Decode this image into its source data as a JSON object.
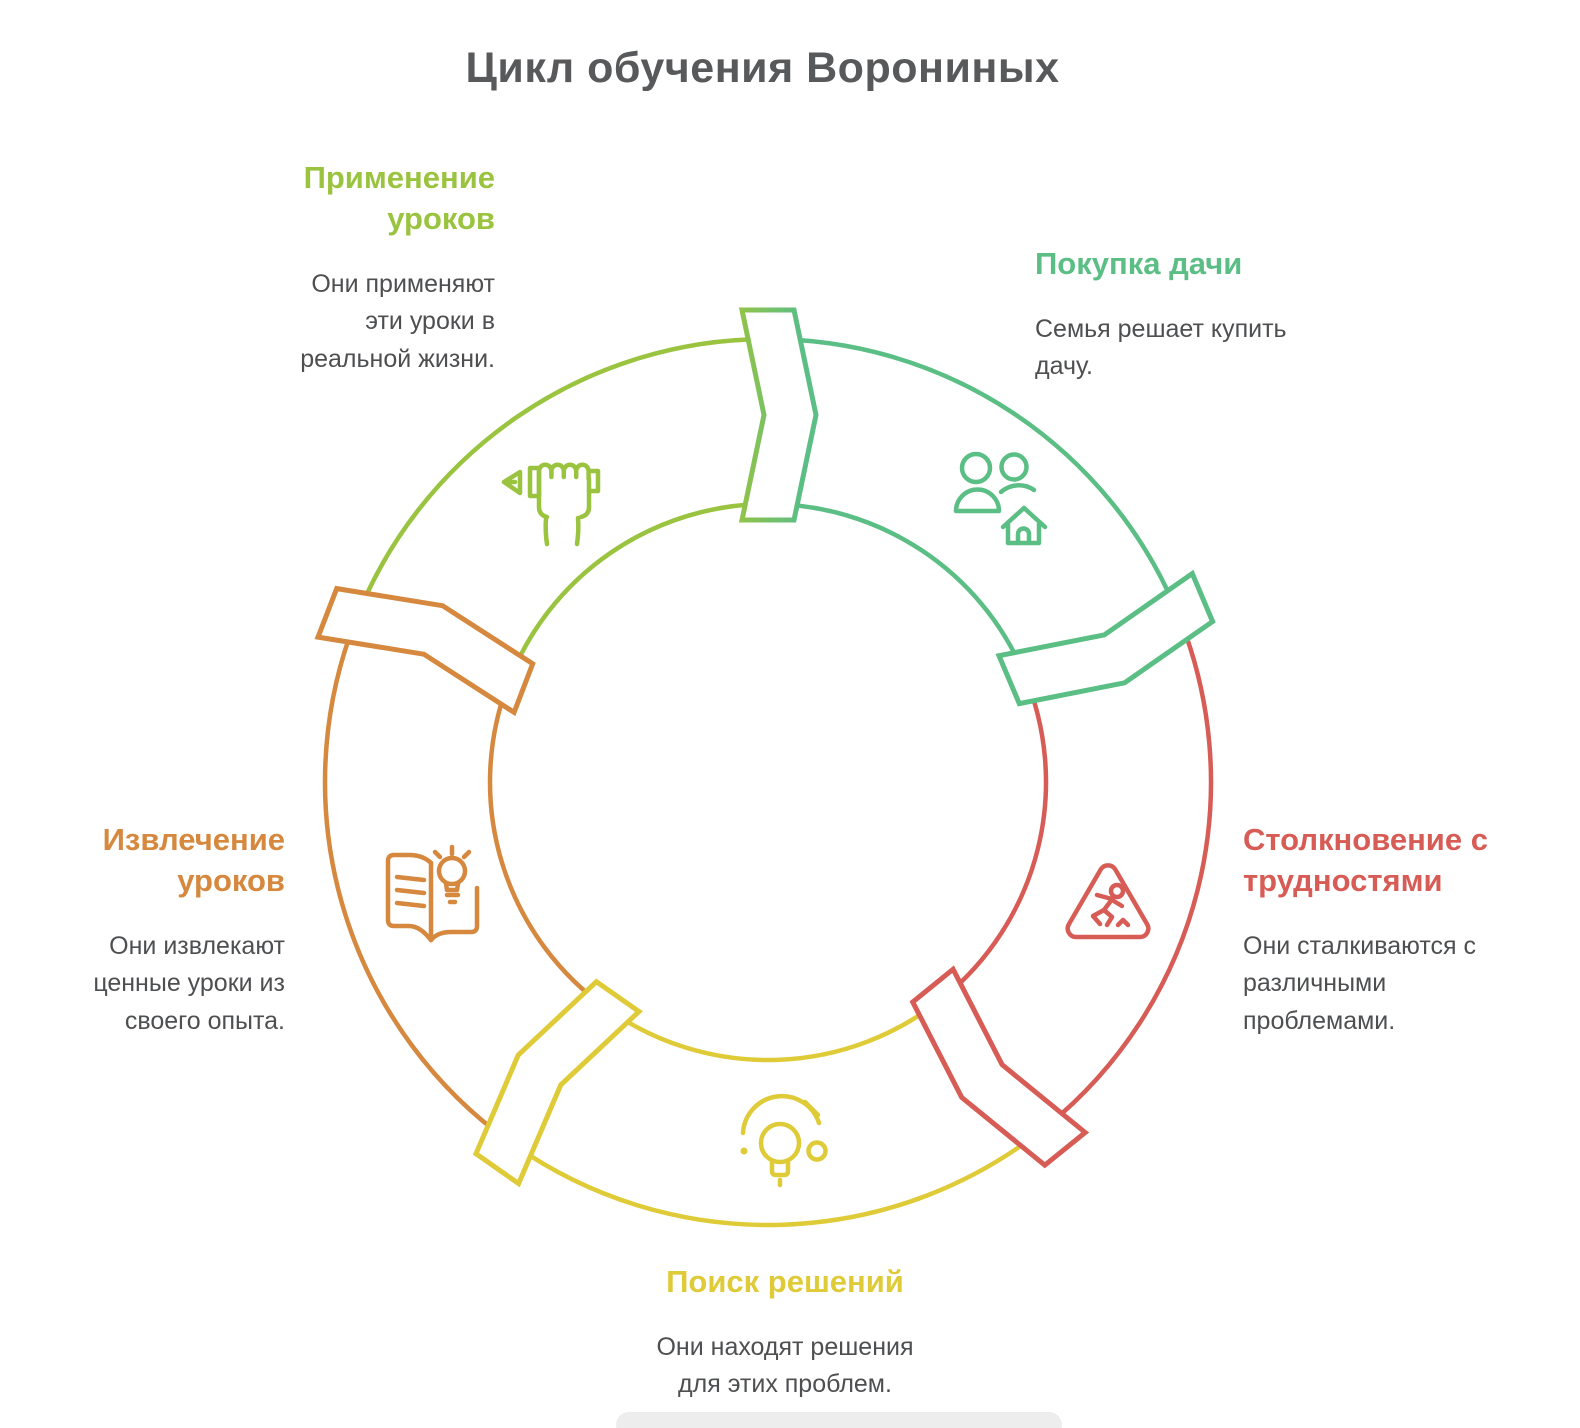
{
  "title": "Цикл обучения Ворониных",
  "title_color": "#58595B",
  "text_color": "#4E4F51",
  "background": "#FFFFFF",
  "flow": "clockwise",
  "steps": [
    {
      "id": "pokupka-dachi",
      "label": "Покупка дачи",
      "desc": "Семья решает купить дачу.",
      "color": "#5BBE84",
      "icon": "family-house-icon"
    },
    {
      "id": "stolknovenie-s-trudnostyami",
      "label": "Столкновение с трудностями",
      "desc": "Они сталкиваются с различными проблемами.",
      "color": "#D75C55",
      "icon": "slip-warning-icon"
    },
    {
      "id": "poisk-resheniy",
      "label": "Поиск решений",
      "desc": "Они находят решения для этих проблем.",
      "color": "#DFCB38",
      "icon": "lightbulb-process-icon"
    },
    {
      "id": "izvlechenie-urokov",
      "label": "Извлечение уроков",
      "desc": "Они извлекают ценные уроки из своего опыта.",
      "color": "#D5883E",
      "icon": "book-lightbulb-icon"
    },
    {
      "id": "primenenie-urokov",
      "label": "Применение уроков",
      "desc": "Они применяют эти уроки в реальной жизни.",
      "color": "#9AC43F",
      "icon": "hand-pen-icon"
    }
  ]
}
